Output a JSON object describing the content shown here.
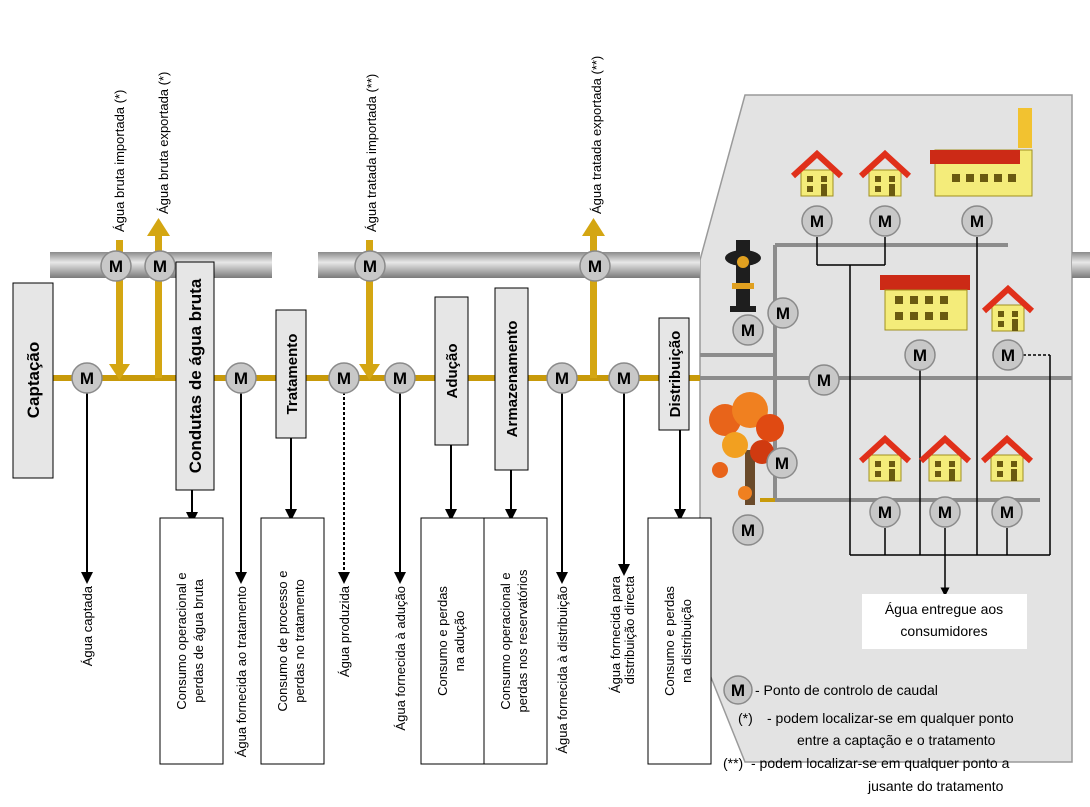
{
  "meter_symbol": "M",
  "colors": {
    "main_pipe": "#c89a0a",
    "flow_line": "#d4a612",
    "grey_pipe": "#b4b4b4",
    "city_bg": "#e3e3e3",
    "meter_fill": "#c8c8c8",
    "roof": "#e0301a",
    "house_wall": "#f4ec7a"
  },
  "stages": {
    "captacao": "Captação",
    "condutas": "Condutas de água bruta",
    "tratamento": "Tratamento",
    "aducao": "Adução",
    "armazenamento": "Armazenamento",
    "distribuicao": "Distribuição"
  },
  "top_labels": {
    "bruta_importada": "Água bruta importada (*)",
    "bruta_exportada": "Água bruta exportada (*)",
    "tratada_importada": "Água tratada importada (**)",
    "tratada_exportada": "Água tratada exportada (**)"
  },
  "flow_labels": {
    "captada": "Água captada",
    "fornecida_tratamento": "Água fornecida ao tratamento",
    "produzida": "Água produzida",
    "fornecida_aducao": "Água fornecida à adução",
    "fornecida_distribuicao": "Água fornecida à distribuição",
    "fornecida_directa_1": "Água fornecida para",
    "fornecida_directa_2": "distribuição directa"
  },
  "loss_boxes": {
    "bruta_1": "Consumo operacional e",
    "bruta_2": "perdas de água bruta",
    "tratamento_1": "Consumo de processo e",
    "tratamento_2": "perdas  no tratamento",
    "aducao_1": "Consumo e perdas",
    "aducao_2": "na adução",
    "reservatorios_1": "Consumo operacional e",
    "reservatorios_2": "perdas nos  reservatórios",
    "distribuicao_1": "Consumo e perdas",
    "distribuicao_2": "na distribuição"
  },
  "delivered": {
    "line1": "Água entregue aos",
    "line2": "consumidores"
  },
  "legend": {
    "meter_desc": "- Ponto de controlo de caudal",
    "star_sym": "(*)",
    "star_1": "-   podem localizar-se em qualquer ponto",
    "star_2": "entre a captação e o tratamento",
    "dstar_sym": "(**)",
    "dstar_1": "- podem localizar-se em qualquer ponto a",
    "dstar_2": "jusante do tratamento"
  }
}
